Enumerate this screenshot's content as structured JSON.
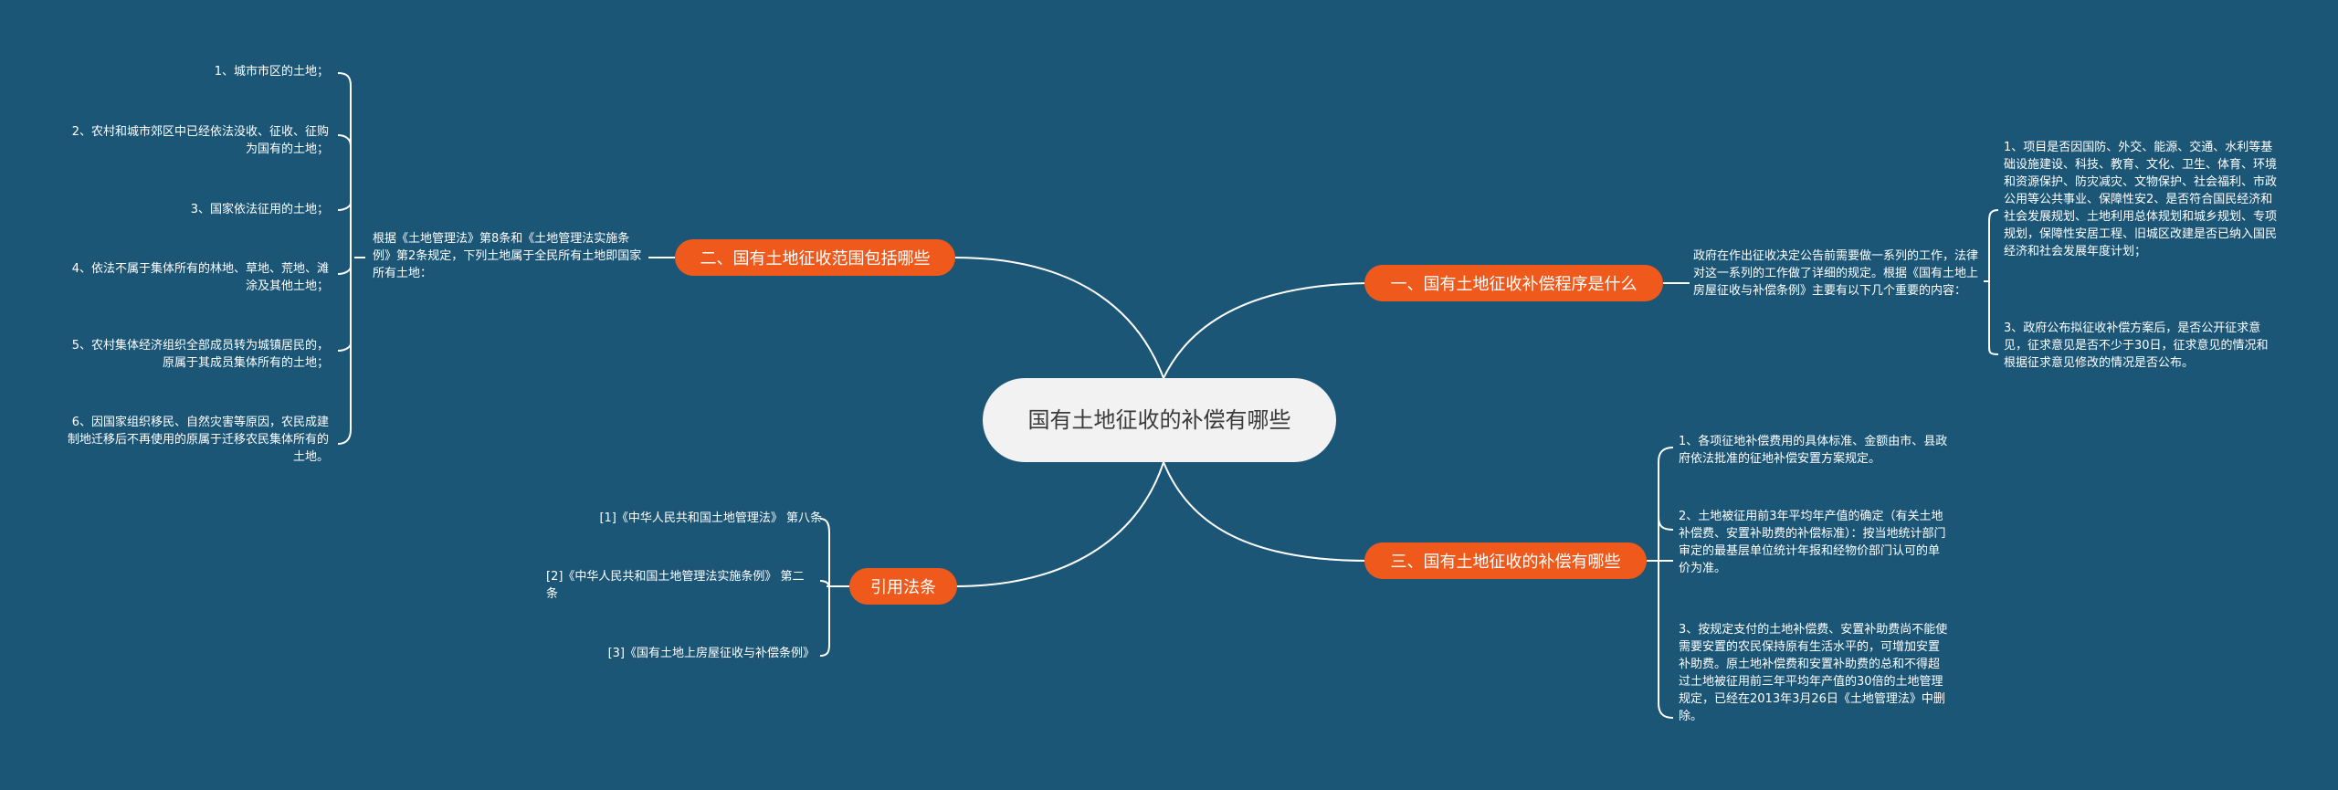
{
  "root": {
    "title": "国有土地征收的补偿有哪些"
  },
  "branches": {
    "b1": {
      "label": "一、国有土地征收补偿程序是什么",
      "summary": "政府在作出征收决定公告前需要做一系列的工作，法律对这一系列的工作做了详细的规定。根据《国有土地上房屋征收与补偿条例》主要有以下几个重要的内容：",
      "items": [
        "1、项目是否因国防、外交、能源、交通、水利等基础设施建设、科技、教育、文化、卫生、体育、环境和资源保护、防灾减灾、文物保护、社会福利、市政公用等公共事业、保障性安2、是否符合国民经济和社会发展规划、土地利用总体规划和城乡规划、专项规划，保障性安居工程、旧城区改建是否已纳入国民经济和社会发展年度计划；",
        "3、政府公布拟征收补偿方案后，是否公开征求意见，征求意见是否不少于30日，征求意见的情况和根据征求意见修改的情况是否公布。"
      ]
    },
    "b2": {
      "label": "二、国有土地征收范围包括哪些",
      "summary": "根据《土地管理法》第8条和《土地管理法实施条例》第2条规定，下列土地属于全民所有土地即国家所有土地：",
      "items": [
        "1、城市市区的土地；",
        "2、农村和城市郊区中已经依法没收、征收、征购为国有的土地；",
        "3、国家依法征用的土地；",
        "4、依法不属于集体所有的林地、草地、荒地、滩涂及其他土地；",
        "5、农村集体经济组织全部成员转为城镇居民的，原属于其成员集体所有的土地；",
        "6、因国家组织移民、自然灾害等原因，农民成建制地迁移后不再使用的原属于迁移农民集体所有的土地。"
      ]
    },
    "b3": {
      "label": "三、国有土地征收的补偿有哪些",
      "items": [
        "1、各项征地补偿费用的具体标准、金额由市、县政府依法批准的征地补偿安置方案规定。",
        "2、土地被征用前3年平均年产值的确定（有关土地补偿费、安置补助费的补偿标准）：按当地统计部门审定的最基层单位统计年报和经物价部门认可的单价为准。",
        "3、按规定支付的土地补偿费、安置补助费尚不能使需要安置的农民保持原有生活水平的，可增加安置补助费。原土地补偿费和安置补助费的总和不得超过土地被征用前三年平均年产值的30倍的土地管理规定，已经在2013年3月26日《土地管理法》中删除。"
      ]
    },
    "b4": {
      "label": "引用法条",
      "items": [
        "[1]《中华人民共和国土地管理法》 第八条",
        "[2]《中华人民共和国土地管理法实施条例》 第二条",
        "[3]《国有土地上房屋征收与补偿条例》"
      ]
    }
  },
  "colors": {
    "background": "#1b5677",
    "branch": "#ef5a1c",
    "root": "#f2f2f2",
    "line": "#ffffff"
  }
}
